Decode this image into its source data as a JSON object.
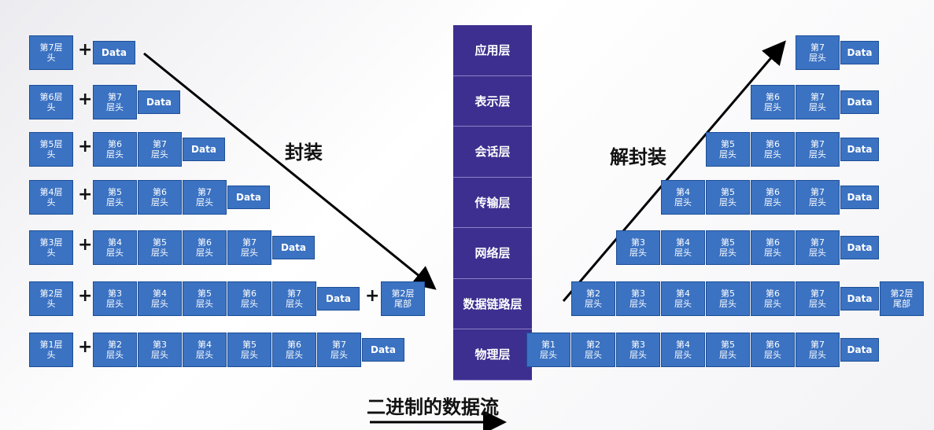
{
  "labels": {
    "encap": "封装",
    "decap": "解封装",
    "stream": "二进制的数据流"
  },
  "layers": [
    "应用层",
    "表示层",
    "会话层",
    "传输层",
    "网络层",
    "数据链路层",
    "物理层"
  ],
  "left_rows": [
    {
      "header": "第7层\n头",
      "items": [
        "Data"
      ]
    },
    {
      "header": "第6层\n头",
      "items": [
        "第7\n层头",
        "Data"
      ]
    },
    {
      "header": "第5层\n头",
      "items": [
        "第6\n层头",
        "第7\n层头",
        "Data"
      ]
    },
    {
      "header": "第4层\n头",
      "items": [
        "第5\n层头",
        "第6\n层头",
        "第7\n层头",
        "Data"
      ]
    },
    {
      "header": "第3层\n头",
      "items": [
        "第4\n层头",
        "第5\n层头",
        "第6\n层头",
        "第7\n层头",
        "Data"
      ]
    },
    {
      "header": "第2层\n头",
      "items": [
        "第3\n层头",
        "第4\n层头",
        "第5\n层头",
        "第6\n层头",
        "第7\n层头",
        "Data"
      ],
      "trailer": "第2层\n尾部"
    },
    {
      "header": "第1层\n头",
      "items": [
        "第2\n层头",
        "第3\n层头",
        "第4\n层头",
        "第5\n层头",
        "第6\n层头",
        "第7\n层头",
        "Data"
      ]
    }
  ],
  "right_rows": [
    {
      "items": [
        "第7\n层头",
        "Data"
      ]
    },
    {
      "items": [
        "第6\n层头",
        "第7\n层头",
        "Data"
      ]
    },
    {
      "items": [
        "第5\n层头",
        "第6\n层头",
        "第7\n层头",
        "Data"
      ]
    },
    {
      "items": [
        "第4\n层头",
        "第5\n层头",
        "第6\n层头",
        "第7\n层头",
        "Data"
      ]
    },
    {
      "items": [
        "第3\n层头",
        "第4\n层头",
        "第5\n层头",
        "第6\n层头",
        "第7\n层头",
        "Data"
      ]
    },
    {
      "items": [
        "第2\n层头",
        "第3\n层头",
        "第4\n层头",
        "第5\n层头",
        "第6\n层头",
        "第7\n层头",
        "Data",
        "第2层\n尾部"
      ]
    },
    {
      "items": [
        "第1\n层头",
        "第2\n层头",
        "第3\n层头",
        "第4\n层头",
        "第5\n层头",
        "第6\n层头",
        "第7\n层头",
        "Data"
      ]
    }
  ],
  "colors": {
    "packet": "#3b72c2",
    "layer_stack": "#3d2f8f",
    "arrow": "#000000"
  }
}
